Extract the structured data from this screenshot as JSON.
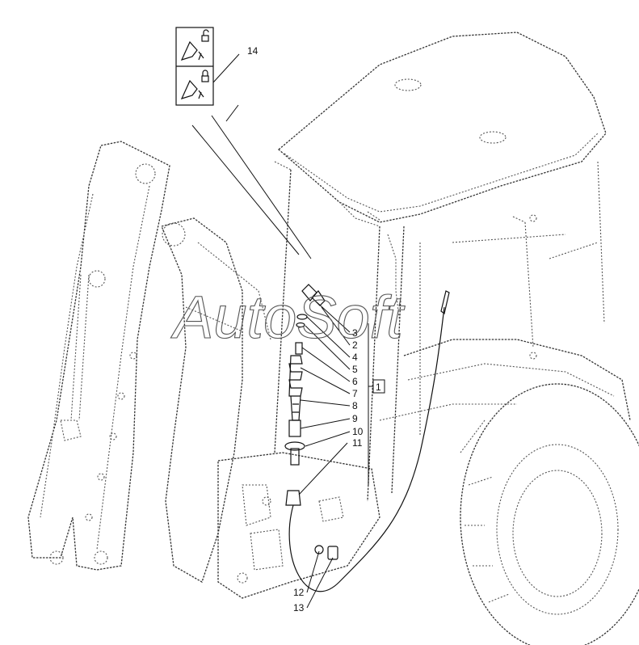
{
  "callouts": [
    {
      "id": "c1",
      "label": "1"
    },
    {
      "id": "c2",
      "label": "2"
    },
    {
      "id": "c3",
      "label": "3"
    },
    {
      "id": "c4",
      "label": "4"
    },
    {
      "id": "c5",
      "label": "5"
    },
    {
      "id": "c6",
      "label": "6"
    },
    {
      "id": "c7",
      "label": "7"
    },
    {
      "id": "c8",
      "label": "8"
    },
    {
      "id": "c9",
      "label": "9"
    },
    {
      "id": "c10",
      "label": "10"
    },
    {
      "id": "c11",
      "label": "11"
    },
    {
      "id": "c12",
      "label": "12"
    },
    {
      "id": "c13",
      "label": "13"
    },
    {
      "id": "c14",
      "label": "14"
    }
  ],
  "watermark": "AutoSoft",
  "icons": [
    "decal-unlock-icon",
    "decal-lock-icon"
  ]
}
